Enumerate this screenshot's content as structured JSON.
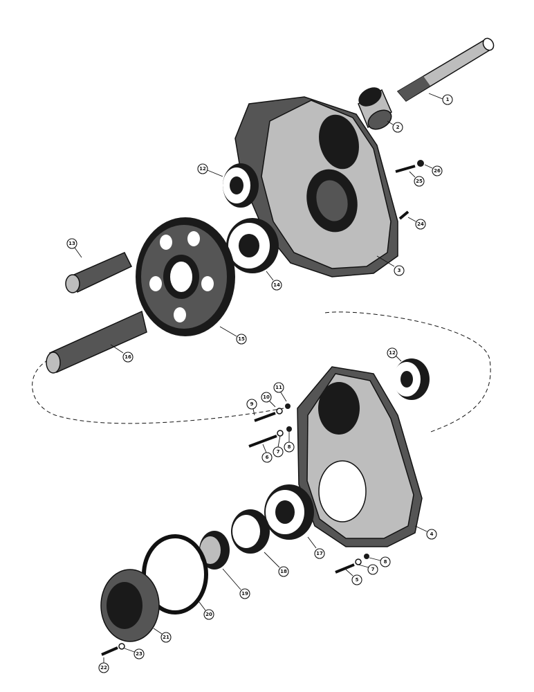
{
  "callouts": [
    {
      "id": "c1",
      "label": "1"
    },
    {
      "id": "c2",
      "label": "2"
    },
    {
      "id": "c3",
      "label": "3"
    },
    {
      "id": "c4",
      "label": "4"
    },
    {
      "id": "c5",
      "label": "5"
    },
    {
      "id": "c6",
      "label": "6"
    },
    {
      "id": "c7a",
      "label": "7"
    },
    {
      "id": "c7b",
      "label": "7"
    },
    {
      "id": "c8a",
      "label": "8"
    },
    {
      "id": "c8b",
      "label": "8"
    },
    {
      "id": "c9",
      "label": "9"
    },
    {
      "id": "c10",
      "label": "10"
    },
    {
      "id": "c11",
      "label": "11"
    },
    {
      "id": "c12a",
      "label": "12"
    },
    {
      "id": "c12b",
      "label": "12"
    },
    {
      "id": "c13",
      "label": "13"
    },
    {
      "id": "c14",
      "label": "14"
    },
    {
      "id": "c15",
      "label": "15"
    },
    {
      "id": "c16",
      "label": "16"
    },
    {
      "id": "c17",
      "label": "17"
    },
    {
      "id": "c18",
      "label": "18"
    },
    {
      "id": "c19",
      "label": "19"
    },
    {
      "id": "c20",
      "label": "20"
    },
    {
      "id": "c21",
      "label": "21"
    },
    {
      "id": "c22",
      "label": "22"
    },
    {
      "id": "c23",
      "label": "23"
    },
    {
      "id": "c24",
      "label": "24"
    },
    {
      "id": "c25",
      "label": "25"
    },
    {
      "id": "c26",
      "label": "26"
    }
  ]
}
